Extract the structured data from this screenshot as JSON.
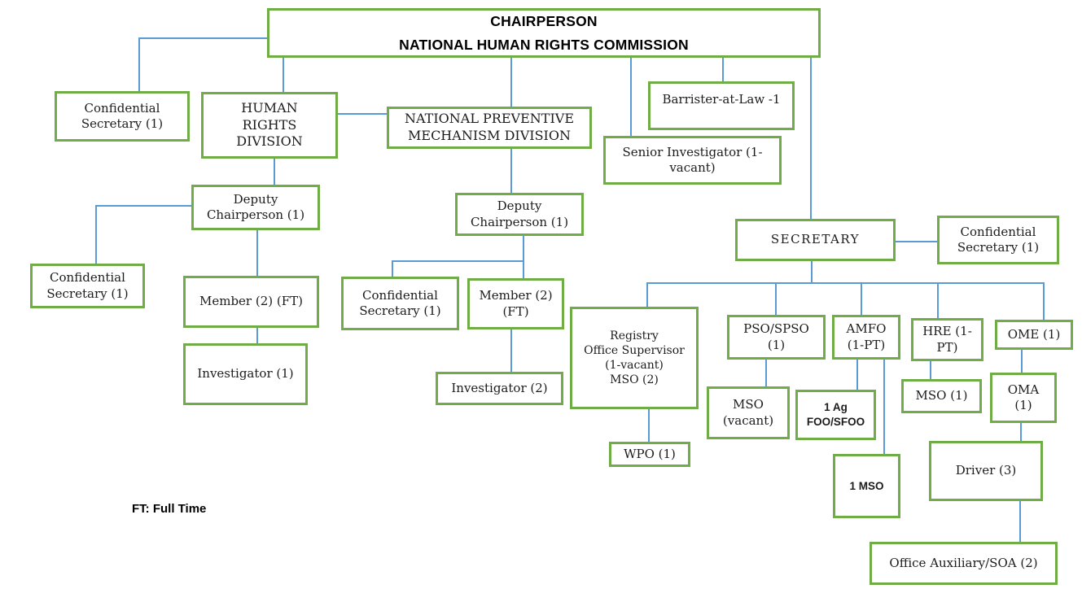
{
  "colors": {
    "box_border": "#70AD47",
    "connector": "#5B9BD5",
    "text": "#1c1c1c"
  },
  "note": "FT: Full Time",
  "nodes": [
    {
      "id": "chairperson",
      "label": "CHAIRPERSON\nNATIONAL HUMAN RIGHTS COMMISSION"
    },
    {
      "id": "confidential-secretary-chairperson",
      "label": "Confidential\nSecretary (1)"
    },
    {
      "id": "human-rights-division",
      "label": "HUMAN\nRIGHTS\nDIVISION"
    },
    {
      "id": "national-preventive-mechanism-division",
      "label": "NATIONAL PREVENTIVE\nMECHANISM DIVISION"
    },
    {
      "id": "barrister-at-law",
      "label": "Barrister-at-Law -1"
    },
    {
      "id": "senior-investigator",
      "label": "Senior Investigator (1-\nvacant)"
    },
    {
      "id": "secretary",
      "label": "SECRETARY"
    },
    {
      "id": "confidential-secretary-secretary",
      "label": "Confidential\nSecretary (1)"
    },
    {
      "id": "deputy-chairperson-hrd",
      "label": "Deputy\nChairperson (1)"
    },
    {
      "id": "confidential-secretary-hrd",
      "label": "Confidential\nSecretary (1)"
    },
    {
      "id": "member-hrd",
      "label": "Member (2) (FT)"
    },
    {
      "id": "investigator-hrd",
      "label": "Investigator (1)"
    },
    {
      "id": "deputy-chairperson-npm",
      "label": "Deputy\nChairperson (1)"
    },
    {
      "id": "confidential-secretary-npm",
      "label": "Confidential\nSecretary (1)"
    },
    {
      "id": "member-npm",
      "label": "Member (2)\n(FT)"
    },
    {
      "id": "investigator-npm",
      "label": "Investigator (2)"
    },
    {
      "id": "registry",
      "label": "Registry\nOffice Supervisor\n(1-vacant)\nMSO (2)"
    },
    {
      "id": "wpo",
      "label": "WPO (1)"
    },
    {
      "id": "pso-spso",
      "label": "PSO/SPSO\n(1)"
    },
    {
      "id": "amfo",
      "label": "AMFO\n(1-PT)"
    },
    {
      "id": "hre",
      "label": "HRE (1-\nPT)"
    },
    {
      "id": "ome",
      "label": "OME (1)"
    },
    {
      "id": "mso-vacant",
      "label": "MSO\n(vacant)"
    },
    {
      "id": "ag-foo-sfoo",
      "label": "1 Ag\nFOO/SFOO"
    },
    {
      "id": "mso-1",
      "label": "MSO (1)"
    },
    {
      "id": "oma",
      "label": "OMA\n(1)"
    },
    {
      "id": "one-mso",
      "label": "1 MSO"
    },
    {
      "id": "driver",
      "label": "Driver (3)"
    },
    {
      "id": "office-auxiliary-soa",
      "label": "Office Auxiliary/SOA (2)"
    }
  ]
}
